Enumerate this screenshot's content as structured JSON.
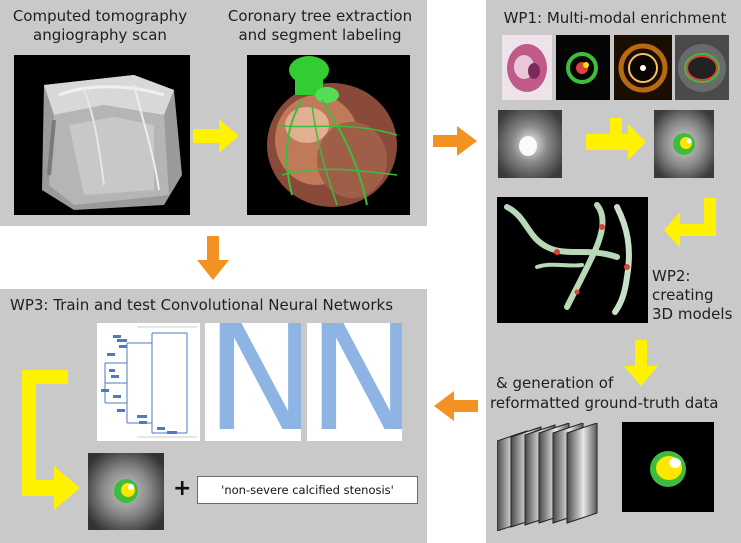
{
  "colors": {
    "panel": "#c9c9c9",
    "orange_arrow": "#f29222",
    "yellow_arrow": "#fff200",
    "vessel_green": "#3ebc3e",
    "nn_blue": "#8eb4e3"
  },
  "step_ct": {
    "label_line1": "Computed tomography",
    "label_line2": "angiography scan"
  },
  "step_tree": {
    "label_line1": "Coronary tree extraction",
    "label_line2": "and segment labeling"
  },
  "wp1": {
    "title": "WP1: Multi-modal enrichment"
  },
  "wp2": {
    "line1": "WP2:",
    "line2": "creating",
    "line3": "3D models"
  },
  "wp3": {
    "title": "WP3: Train and test Convolutional Neural Networks",
    "nn_glyph_1": "N",
    "nn_glyph_2": "N",
    "plus": "+",
    "caption": "'non-severe calcified stenosis'"
  },
  "ground_truth": {
    "line1": "& generation of",
    "line2": "reformatted ground-truth data"
  }
}
